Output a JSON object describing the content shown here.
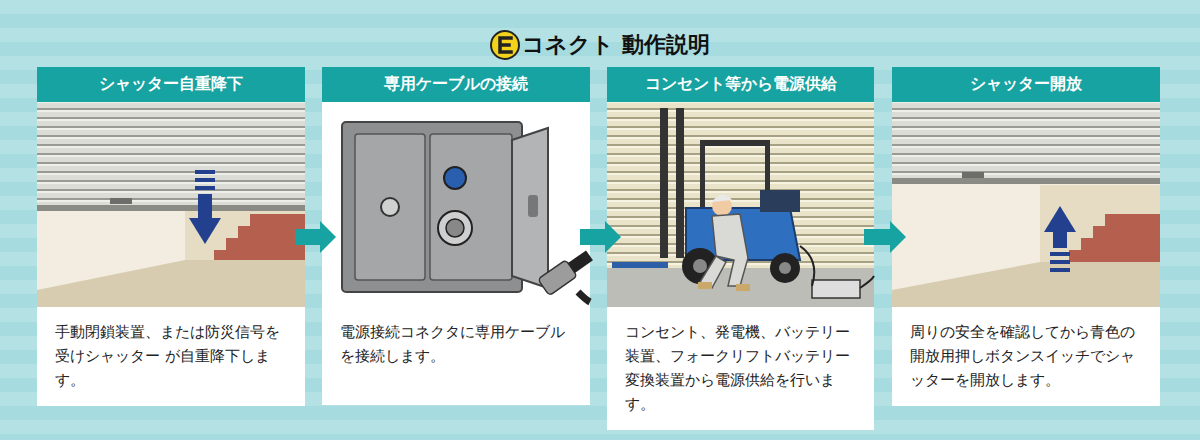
{
  "diagram": {
    "title": "コネクト 動作説明",
    "nodes": [
      {
        "text": [
          "シャッター自重降下",
          "手動閉鎖装置、または防災信号を受けシャッター が自重降下します。"
        ]
      },
      {
        "text": [
          "専用ケーブルの接続",
          "電源接続コネクタに専用ケーブルを接続します。"
        ]
      },
      {
        "text": [
          "コンセント等から電源供給",
          "コンセント、発電機、バッテリー装置、フォークリフトバッテリー変換装置から電源供給を行います。"
        ]
      },
      {
        "text": [
          "シャッター開放",
          "周りの安全を確認してから青色の開放用押しボタンスイッチでシャッターを開放します。"
        ]
      }
    ],
    "edges": [
      {
        "from": 0,
        "to": 1,
        "arrow": "to"
      },
      {
        "from": 1,
        "to": 2,
        "arrow": "to"
      },
      {
        "from": 2,
        "to": 3,
        "arrow": "to"
      }
    ]
  }
}
